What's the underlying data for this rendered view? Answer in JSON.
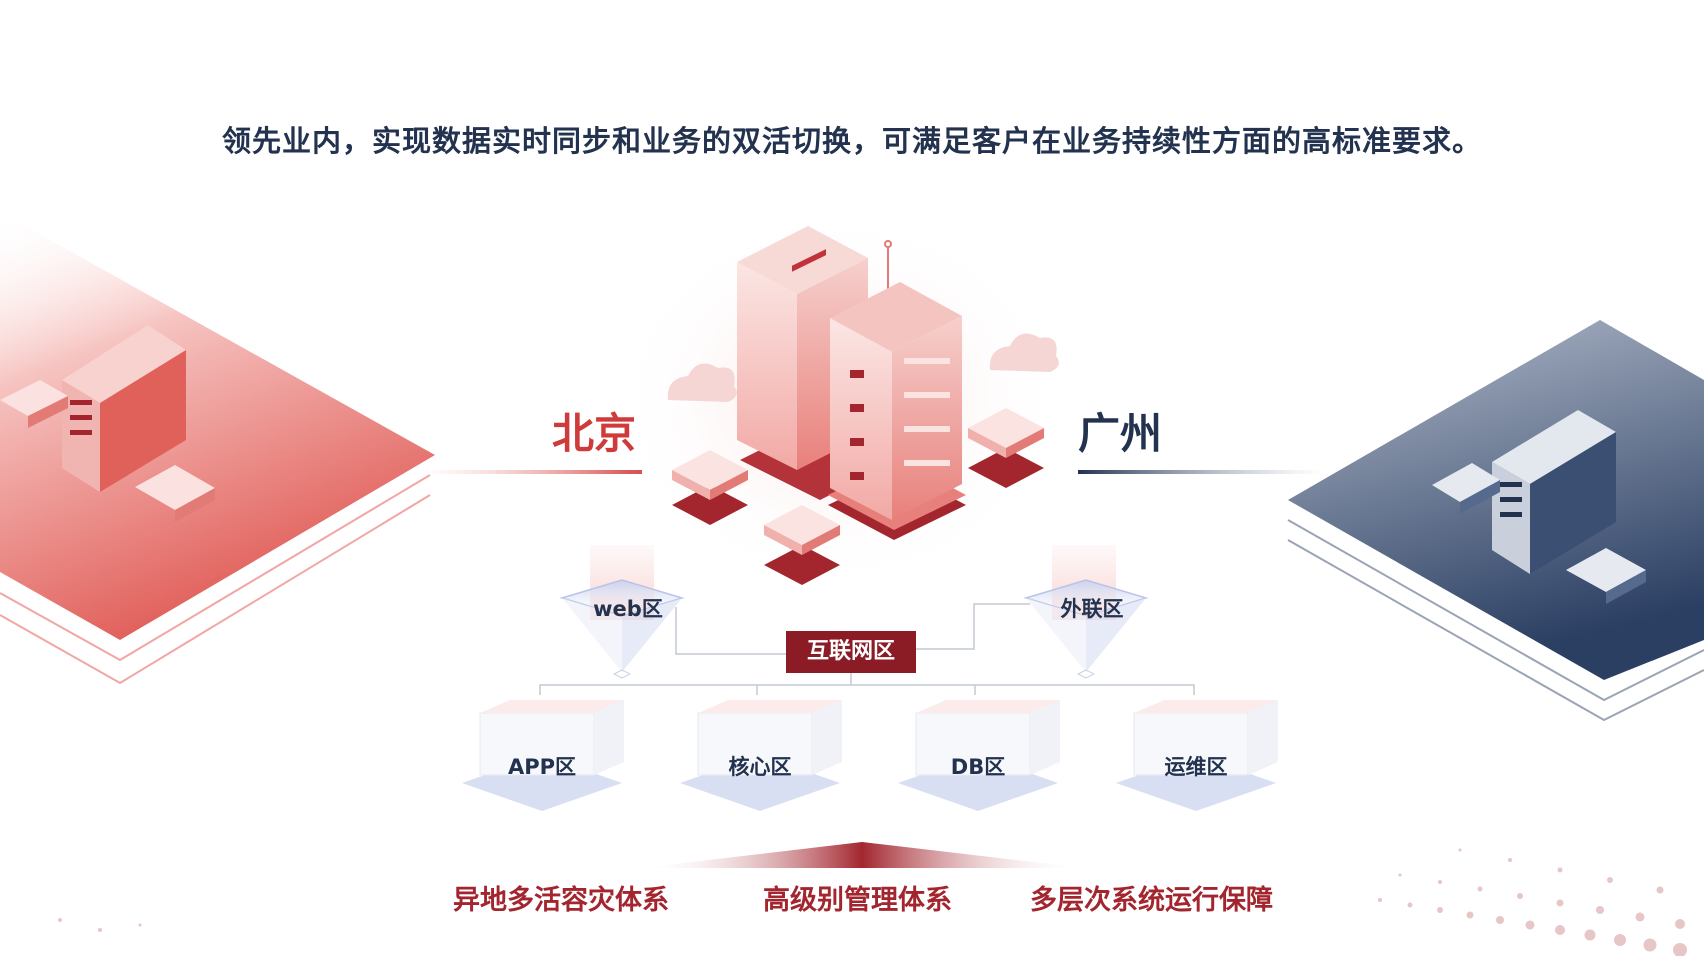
{
  "headline": "领先业内，实现数据实时同步和业务的双活切换，可满足客户在业务持续性方面的高标准要求。",
  "cities": {
    "left": "北京",
    "right": "广州"
  },
  "zones": {
    "web": "web区",
    "external": "外联区",
    "internet": "互联网区",
    "app": "APP区",
    "core": "核心区",
    "db": "DB区",
    "ops": "运维区"
  },
  "bottom": [
    "异地多活容灾体系",
    "高级别管理体系",
    "多层次系统运行保障"
  ],
  "colors": {
    "red": "#cf3a3b",
    "navy": "#22324f",
    "darkred": "#8b1c26"
  }
}
